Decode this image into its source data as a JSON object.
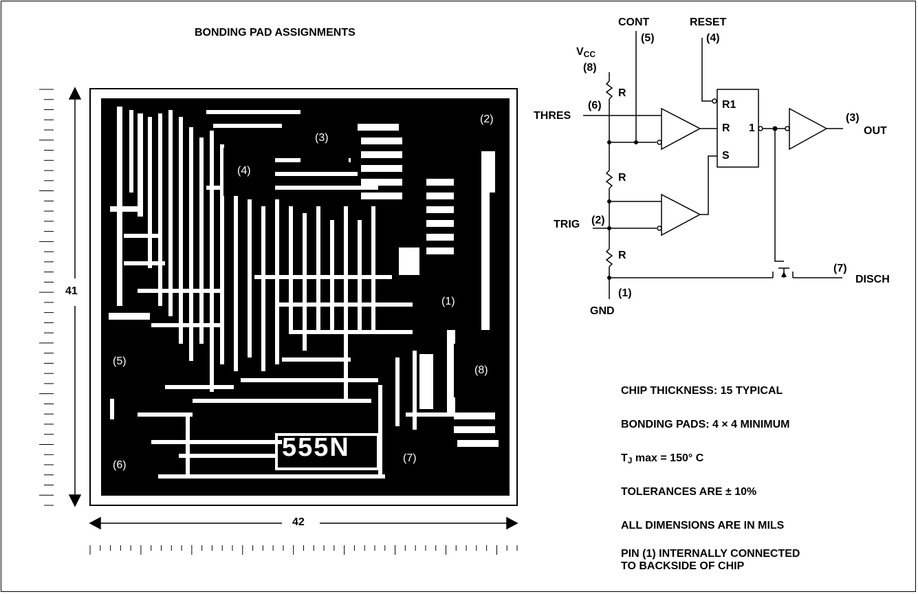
{
  "title": "BONDING PAD ASSIGNMENTS",
  "die": {
    "height_label": "41",
    "width_label": "42",
    "marking": "555N",
    "pads": [
      "(1)",
      "(2)",
      "(3)",
      "(4)",
      "(5)",
      "(6)",
      "(7)",
      "(8)"
    ]
  },
  "schematic": {
    "vcc": "V",
    "vcc_sub": "CC",
    "vcc_pin": "(8)",
    "cont": "CONT",
    "cont_pin": "(5)",
    "reset": "RESET",
    "reset_pin": "(4)",
    "thres": "THRES",
    "thres_pin": "(6)",
    "trig": "TRIG",
    "trig_pin": "(2)",
    "gnd": "GND",
    "gnd_pin": "(1)",
    "out": "OUT",
    "out_pin": "(3)",
    "disch": "DISCH",
    "disch_pin": "(7)",
    "resistor": "R",
    "ff_r1": "R1",
    "ff_r": "R",
    "ff_s": "S",
    "ff_out": "1"
  },
  "notes": {
    "thickness": "CHIP THICKNESS: 15 TYPICAL",
    "pads": "BONDING PADS: 4 × 4 MINIMUM",
    "tj_pre": "T",
    "tj_sub": "J",
    "tj_post": " max = 150° C",
    "tolerance": "TOLERANCES ARE ± 10%",
    "dimensions": "ALL DIMENSIONS ARE IN MILS",
    "pin1_line1": "PIN (1) INTERNALLY CONNECTED",
    "pin1_line2": "TO BACKSIDE OF CHIP"
  }
}
